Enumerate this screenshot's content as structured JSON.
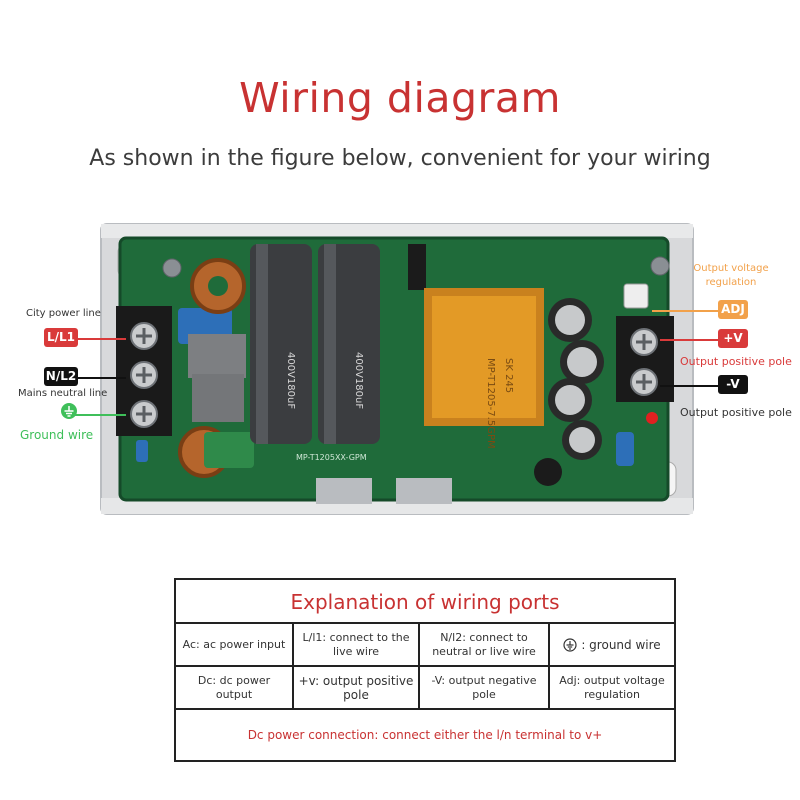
{
  "header": {
    "title": "Wiring diagram",
    "subtitle": "As shown in the figure below, convenient for your wiring"
  },
  "board_labels": {
    "city_power_line": "City power line",
    "ll1": "L/L1",
    "nl2": "N/L2",
    "mains_neutral_line": "Mains neutral line",
    "ground_wire": "Ground wire",
    "output_voltage_regulation": "Output voltage regulation",
    "adj": "ADJ",
    "plus_v": "+V",
    "output_positive_pole_1": "Output positive pole",
    "minus_v": "-V",
    "output_positive_pole_2": "Output positive pole"
  },
  "board_markings": {
    "cap_left": "400V180uF",
    "cap_right": "400V180uF",
    "transformer": "MP-T1205-7.5GPM",
    "transformer_sub": "SK 245",
    "pcb_code": "MP-T1205XX-GPM"
  },
  "table": {
    "heading": "Explanation of wiring ports",
    "rows": [
      [
        {
          "text": "Ac: ac power input"
        },
        {
          "text": "L/l1: connect to the live wire"
        },
        {
          "text": "N/l2: connect to neutral or live wire"
        },
        {
          "text": ": ground wire",
          "icon": "ground-icon"
        }
      ],
      [
        {
          "text": "Dc: dc power output"
        },
        {
          "text": "+v: output positive pole"
        },
        {
          "text": "-V: output negative pole"
        },
        {
          "text": "Adj: output voltage regulation"
        }
      ]
    ],
    "footer": "Dc power connection: connect either the l/n terminal to v+"
  },
  "colors": {
    "title_red": "#c83232",
    "tag_red": "#d93a3a",
    "tag_orange": "#f2a14a",
    "tag_black": "#111111",
    "ground_green": "#3fbf5a",
    "pcb_green": "#1f6b3a"
  }
}
